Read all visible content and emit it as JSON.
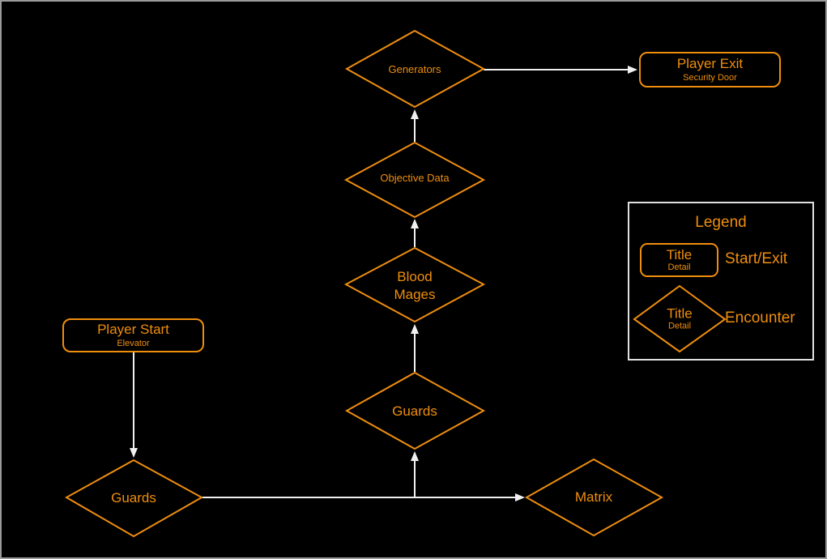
{
  "colors": {
    "accent": "#EF8E0D",
    "edge": "#F0F0F0",
    "legend_border": "#E0E0E0",
    "page_border": "#9A9A9A",
    "background": "#000000"
  },
  "nodes": {
    "player_start": {
      "title": "Player Start",
      "detail": "Elevator"
    },
    "guards_a": {
      "label": "Guards"
    },
    "matrix": {
      "label": "Matrix"
    },
    "guards_b": {
      "label": "Guards"
    },
    "blood_mages": {
      "label": "Blood Mages"
    },
    "objective_data": {
      "label": "Objective Data"
    },
    "generators": {
      "label": "Generators"
    },
    "player_exit": {
      "title": "Player Exit",
      "detail": "Security Door"
    }
  },
  "edges": [
    {
      "from": "player_start",
      "to": "guards_a"
    },
    {
      "from": "guards_a",
      "to": "matrix"
    },
    {
      "from": "guards_a",
      "to": "guards_b"
    },
    {
      "from": "guards_b",
      "to": "blood_mages"
    },
    {
      "from": "blood_mages",
      "to": "objective_data"
    },
    {
      "from": "objective_data",
      "to": "generators"
    },
    {
      "from": "generators",
      "to": "player_exit"
    }
  ],
  "legend": {
    "title": "Legend",
    "items": [
      {
        "shape": "rounded-rect",
        "title": "Title",
        "detail": "Detail",
        "label": "Start/Exit"
      },
      {
        "shape": "diamond",
        "title": "Title",
        "detail": "Detail",
        "label": "Encounter"
      }
    ]
  }
}
